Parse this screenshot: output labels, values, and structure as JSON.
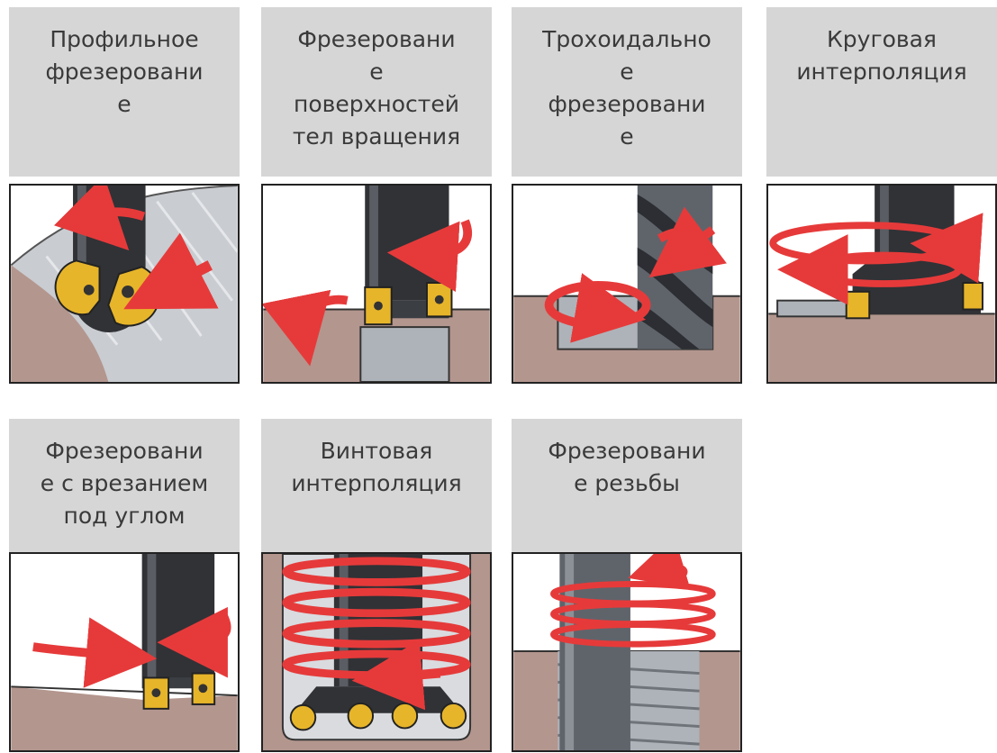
{
  "colors": {
    "caption_bg": "#d6d6d6",
    "caption_text": "#3a3a3a",
    "workpiece": "#b3968e",
    "tool": "#303236",
    "insert": "#e7b52a",
    "arrow": "#e63a3a"
  },
  "operations": [
    {
      "title": "Профильное\nфрезеровани\nе",
      "icon": "ball-nose-profile"
    },
    {
      "title": "Фрезеровани\nе\nповерхностей\nтел вращения",
      "icon": "turn-milling"
    },
    {
      "title": "Трохоидально\nе\nфрезеровани\nе",
      "icon": "trochoidal"
    },
    {
      "title": "Круговая\nинтерполяция",
      "icon": "circular-interpolation"
    },
    {
      "title": "Фрезеровани\nе с врезанием\nпод углом",
      "icon": "ramping"
    },
    {
      "title": "Винтовая\nинтерполяция",
      "icon": "helical-interpolation"
    },
    {
      "title": "Фрезеровани\nе резьбы",
      "icon": "thread-milling"
    }
  ]
}
